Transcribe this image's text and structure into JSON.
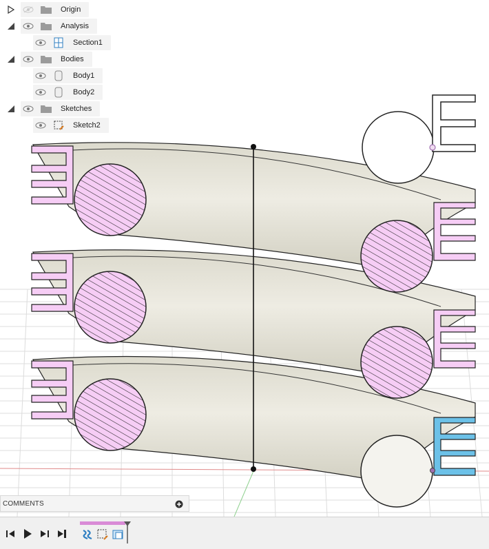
{
  "browser": {
    "items": [
      {
        "label": "Origin",
        "icon": "folder-icon",
        "eye": "eye-hidden"
      },
      {
        "label": "Analysis",
        "icon": "folder-icon",
        "eye": "eye-visible"
      },
      {
        "label": "Section1",
        "icon": "section-analysis-icon",
        "eye": "eye-visible"
      },
      {
        "label": "Bodies",
        "icon": "folder-icon",
        "eye": "eye-visible"
      },
      {
        "label": "Body1",
        "icon": "body-icon",
        "eye": "eye-visible"
      },
      {
        "label": "Body2",
        "icon": "body-icon",
        "eye": "eye-visible"
      },
      {
        "label": "Sketches",
        "icon": "folder-icon",
        "eye": "eye-visible"
      },
      {
        "label": "Sketch2",
        "icon": "sketch-icon",
        "eye": "eye-visible"
      }
    ]
  },
  "comments": {
    "label": "COMMENTS"
  },
  "timeline": {
    "buttons": [
      "step-back",
      "play",
      "step-forward",
      "go-to-end"
    ],
    "features": [
      "revolve-feature-icon",
      "sketch-feature-icon",
      "section-feature-icon"
    ]
  },
  "colors": {
    "section_fill": "#f6cdf5",
    "section_selected": "#6cc1e8",
    "body": "#e4e2d6",
    "grid": "#d8d8d8"
  }
}
